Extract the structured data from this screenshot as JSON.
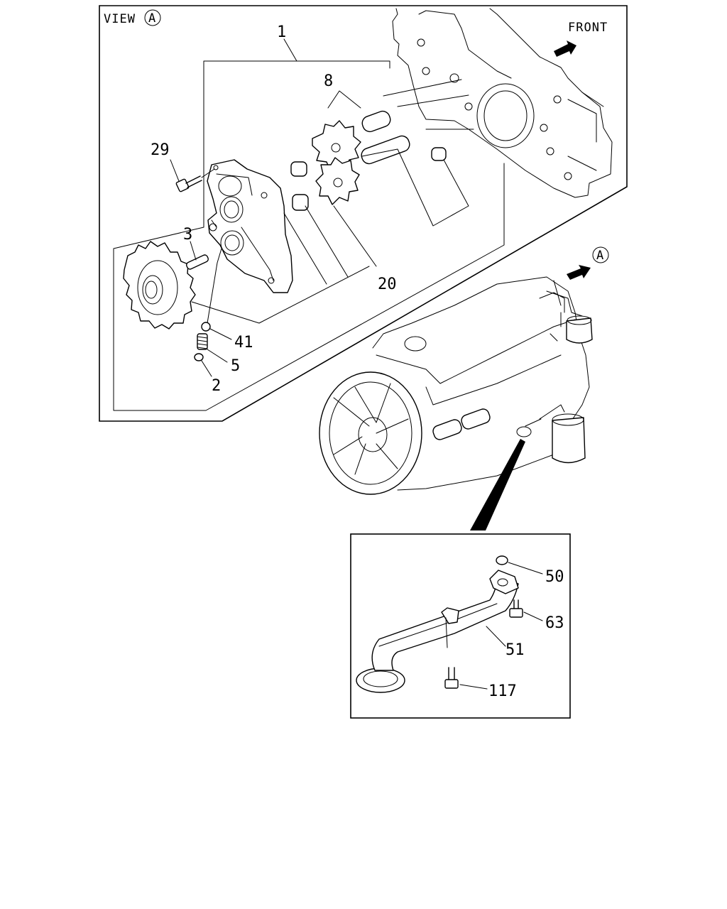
{
  "view_label": "VIEW",
  "view_marker": "A",
  "front_label": "FRONT",
  "arrow_marker": "A",
  "callouts": {
    "p1": "1",
    "p2": "2",
    "p3": "3",
    "p5": "5",
    "p8": "8",
    "p20": "20",
    "p29": "29",
    "p41": "41",
    "p50": "50",
    "p51": "51",
    "p63": "63",
    "p117": "117"
  }
}
